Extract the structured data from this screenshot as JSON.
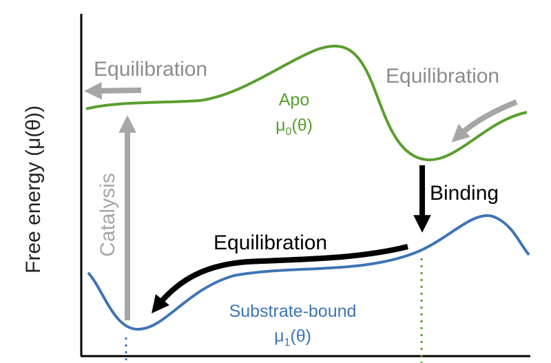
{
  "ylabel": "Free energy (μ(θ))",
  "curves": {
    "apo": {
      "name": "Apo",
      "symbol": "μ",
      "subscript": "0",
      "arg": "(θ)",
      "color": "#5a9e2f"
    },
    "bound": {
      "name": "Substrate-bound",
      "symbol": "μ",
      "subscript": "1",
      "arg": "(θ)",
      "color": "#3f74b5"
    }
  },
  "labels": {
    "equilibration_left": "Equilibration",
    "equilibration_right": "Equilibration",
    "binding": "Binding",
    "equilibration_bound": "Equilibration",
    "catalysis": "Catalysis"
  },
  "colors": {
    "gray_arrow": "#a6a6a6",
    "black_arrow": "#000000",
    "axis": "#000000",
    "gray_text": "#8c8c8c"
  }
}
